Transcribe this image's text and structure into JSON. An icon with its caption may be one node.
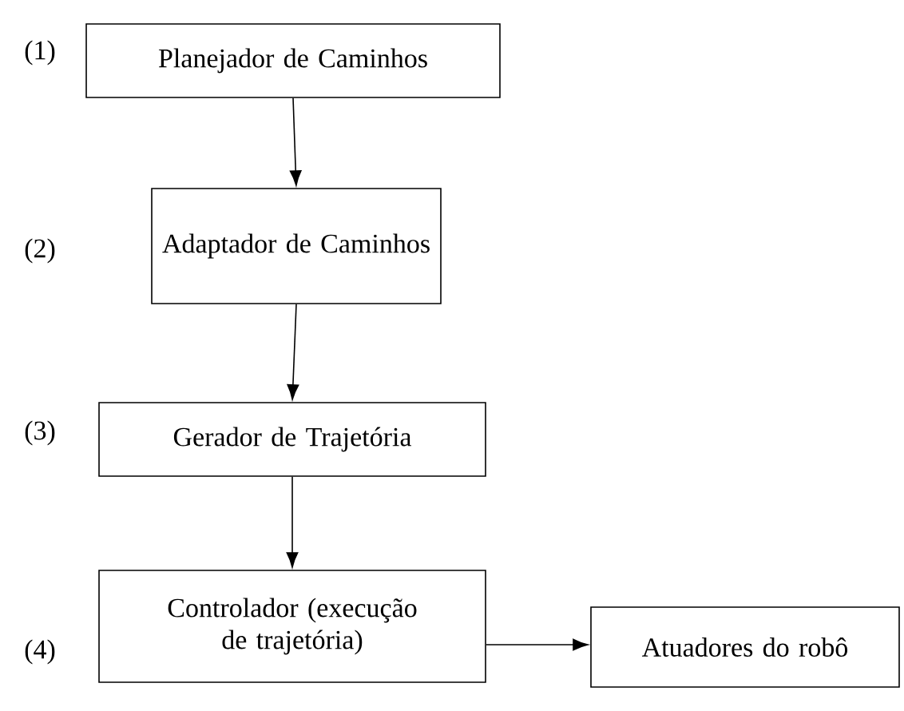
{
  "diagram": {
    "nodes": [
      {
        "text": [
          "Planejador de Caminhos"
        ]
      },
      {
        "text": [
          "Adaptador de Caminhos"
        ]
      },
      {
        "text": [
          "Gerador de Trajetória"
        ]
      },
      {
        "text": [
          "Controlador (execução de trajetória)"
        ]
      },
      {
        "text": [
          "Atuadores do robô"
        ]
      }
    ],
    "edges": [
      {
        "from": 0,
        "to": 1,
        "arrow": "to"
      },
      {
        "from": 1,
        "to": 2,
        "arrow": "to"
      },
      {
        "from": 2,
        "to": 3,
        "arrow": "to"
      },
      {
        "from": 3,
        "to": 4,
        "arrow": "to"
      }
    ],
    "labels": [
      "(1)",
      "(2)",
      "(3)",
      "(4)"
    ]
  }
}
